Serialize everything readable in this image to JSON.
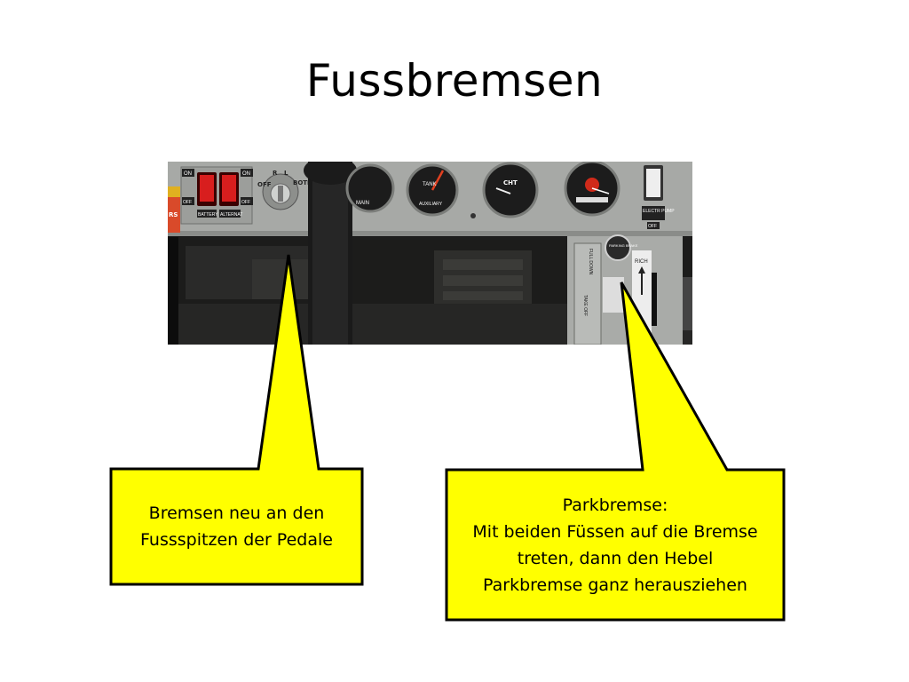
{
  "slide": {
    "title": "Fussbremsen"
  },
  "photo": {
    "description_labels": {
      "battery": "BATTERY",
      "alternator": "ALTERNAT",
      "on_left": "ON",
      "off_left": "OFF",
      "on_right": "ON",
      "off_right": "OFF",
      "key_positions": [
        "OFF",
        "R",
        "L",
        "BOTH"
      ],
      "main": "MAIN",
      "tank": "TANK",
      "auxiliary": "AUXILIARY",
      "cht": "CHT",
      "elect_pump": "ELECTR PUMP",
      "elect_pump_off": "OFF",
      "parking_brake": "PARKING BRAKE",
      "rich": "RICH",
      "full_down": "FULL DOWN",
      "take_off": "TAKE OFF",
      "left_tag": "RS"
    }
  },
  "callout_left": {
    "lines": [
      "Bremsen neu an den",
      "Fussspitzen der Pedale"
    ]
  },
  "callout_right": {
    "lines": [
      "Parkbremse:",
      "Mit beiden Füssen auf die Bremse",
      "treten, dann den Hebel",
      "Parkbremse ganz herausziehen"
    ]
  },
  "colors": {
    "callout_fill": "#ffff00",
    "callout_stroke": "#000000",
    "panel_grey": "#a7a9a6",
    "switch_red": "#d81e1e"
  }
}
